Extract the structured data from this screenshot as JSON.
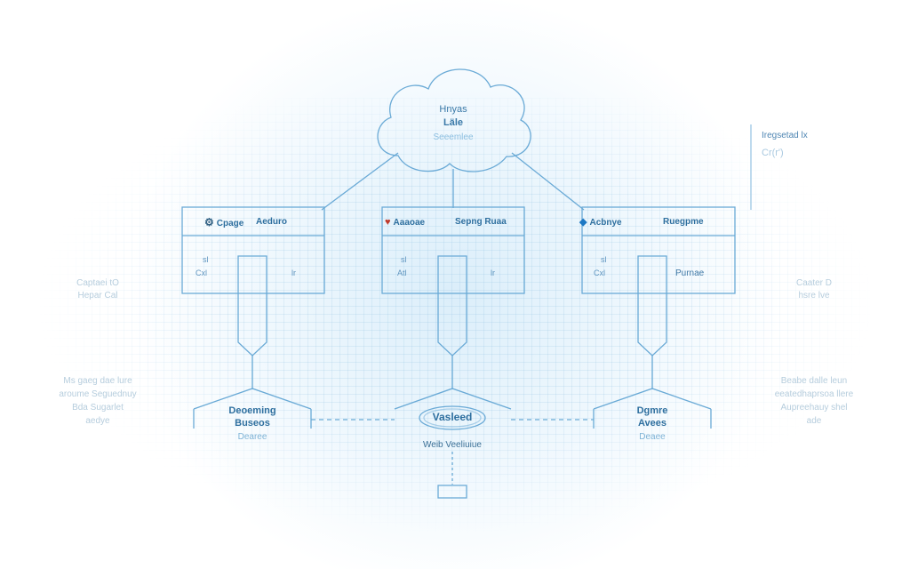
{
  "cloud": {
    "line1": "Hnyas",
    "line2": "Läle",
    "subtitle": "Seeemlee"
  },
  "top_right": {
    "label": "Iregsetad  lx",
    "value": "Cr(r')"
  },
  "panels": [
    {
      "icon": "gear-icon",
      "title": "Cpage",
      "header2": "Aeduro",
      "cells": [
        "sl",
        "Cxl",
        "lr"
      ]
    },
    {
      "icon": "heart-icon",
      "title": "Aaaoae",
      "header2": "Sepng Ruaa",
      "cells": [
        "sl",
        "Atl",
        "lr"
      ]
    },
    {
      "icon": "diamond-icon",
      "title": "Acbnye",
      "header2": "Ruegpme",
      "cells": [
        "sl",
        "Cxl",
        "Purnae"
      ]
    }
  ],
  "nodes": [
    {
      "line1": "Deoeming",
      "line2": "Buseos",
      "subtitle": "Dearee"
    },
    {
      "label": "Vasleed",
      "caption": "Weib Veeliuiue"
    },
    {
      "line1": "Dgmre",
      "line2": "Avees",
      "subtitle": "Deaee"
    }
  ],
  "side_left": {
    "head1": "Captaei  tO",
    "head2": "Hepar  Cal",
    "body1": "Ms  gaeg  dae  lure",
    "body2": "aroume  Seguednuy",
    "body3": "Bda  Sugarlet",
    "body4": "aedye"
  },
  "side_right": {
    "head1": "Caater  D",
    "head2": "hsre  lve",
    "body1": "Beabe  dalle  leun",
    "body2": "eeatedhaprsoa  llere",
    "body3": "Aupreehauy  shel",
    "body4": "ade"
  },
  "colors": {
    "line": "#6aaad6",
    "accent": "#2e6f9f",
    "heart": "#c0392b",
    "diamond": "#1d78c4"
  }
}
